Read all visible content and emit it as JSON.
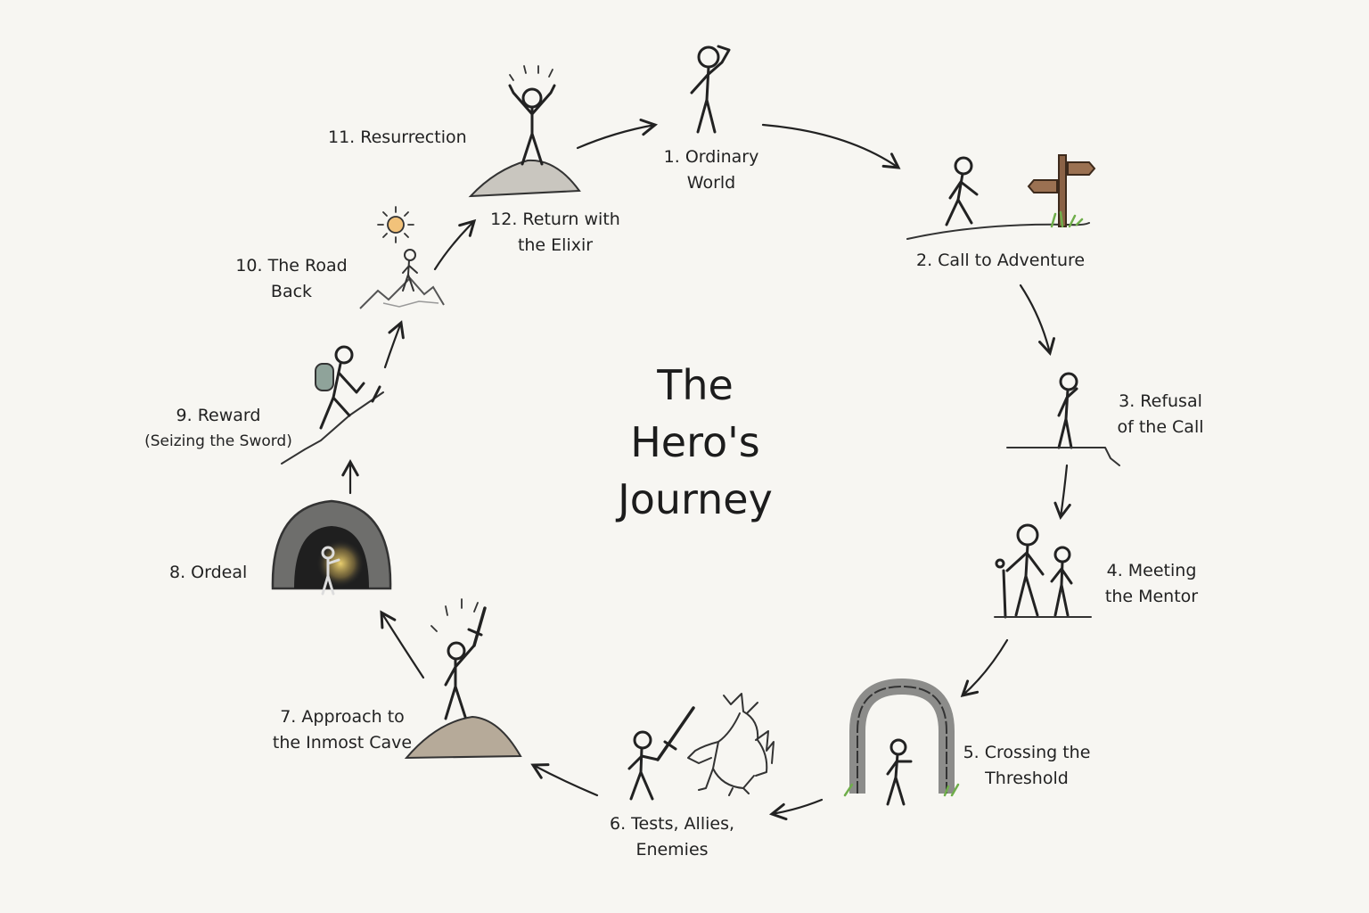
{
  "title_lines": [
    "The",
    "Hero's",
    "Journey"
  ],
  "stages": [
    {
      "id": "ordinary-world",
      "lines": [
        "1. Ordinary",
        "World"
      ]
    },
    {
      "id": "call-to-adventure",
      "lines": [
        "2. Call to Adventure"
      ]
    },
    {
      "id": "refusal-of-the-call",
      "lines": [
        "3. Refusal",
        "of the Call"
      ]
    },
    {
      "id": "meeting-the-mentor",
      "lines": [
        "4. Meeting",
        "the Mentor"
      ]
    },
    {
      "id": "crossing-the-threshold",
      "lines": [
        "5. Crossing the",
        "Threshold"
      ]
    },
    {
      "id": "tests-allies-enemies",
      "lines": [
        "6. Tests, Allies,",
        "Enemies"
      ]
    },
    {
      "id": "approach-to-inmost-cave",
      "lines": [
        "7. Approach to",
        "the Inmost Cave"
      ]
    },
    {
      "id": "ordeal",
      "lines": [
        "8. Ordeal"
      ]
    },
    {
      "id": "reward",
      "lines": [
        "9. Reward",
        "(Seizing the Sword)"
      ]
    },
    {
      "id": "the-road-back",
      "lines": [
        "10. The Road",
        "Back"
      ]
    },
    {
      "id": "resurrection",
      "lines": [
        "11. Resurrection"
      ]
    },
    {
      "id": "return-with-the-elixir",
      "lines": [
        "12. Return with",
        "the Elixir"
      ]
    }
  ],
  "colors": {
    "background": "#f7f6f2",
    "ink": "#222222",
    "sun": "#f2c27a",
    "grass": "#6fae4a",
    "signpost": "#8a6246",
    "backpack": "#8fa39a",
    "stone": "#8c8c8a",
    "cave": "#555555",
    "torch_glow": "#f3d873"
  },
  "icons": [
    "ordinary-world-figure-icon",
    "walking-figure-icon",
    "signpost-icon",
    "hesitating-figure-icon",
    "mentor-and-hero-icon",
    "stone-archway-icon",
    "hero-with-sword-icon",
    "dragon-icon",
    "victorious-hero-icon",
    "cave-with-torch-icon",
    "climbing-hiker-icon",
    "mountain-figure-icon",
    "sun-icon",
    "triumphant-figure-icon"
  ]
}
